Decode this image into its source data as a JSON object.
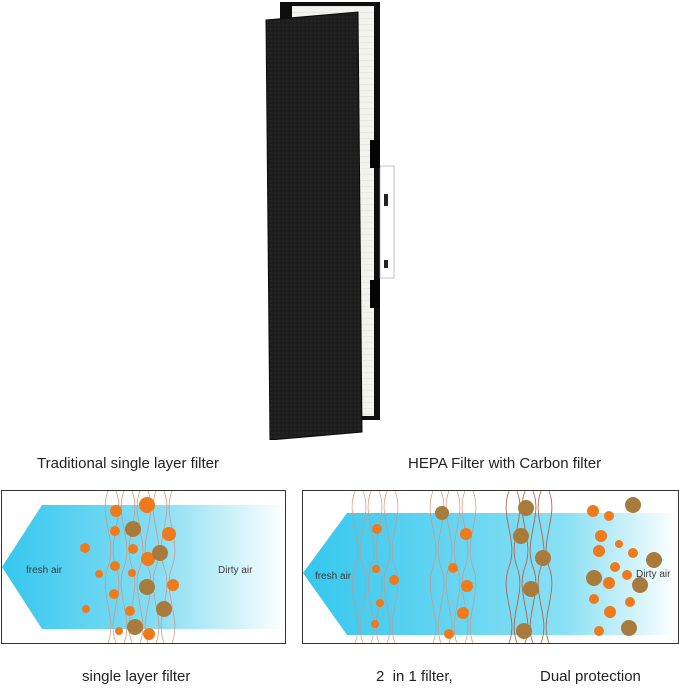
{
  "captions": {
    "traditional_title": "Traditional single layer filter",
    "hepa_title": "HEPA Filter with Carbon filter",
    "single_layer": "single layer filter",
    "two_in_one": "2  in 1 filter,",
    "dual_protection": "Dual protection"
  },
  "left_panel": {
    "fresh_label": "fresh air",
    "dirty_label": "Dirty air"
  },
  "right_panel": {
    "fresh_label": "fresh air",
    "dirty_label": "Dirty air"
  },
  "colors": {
    "filter_black": "#1c1c1c",
    "filter_frame": "#0e0e0e",
    "hepa_white": "#f4f4f2",
    "air_flow": "#4fd0ee",
    "fiber": "#d9826a",
    "orange_particle": "#ee7a1c",
    "brown_particle": "#a57a3a",
    "panel_border": "#333333"
  }
}
